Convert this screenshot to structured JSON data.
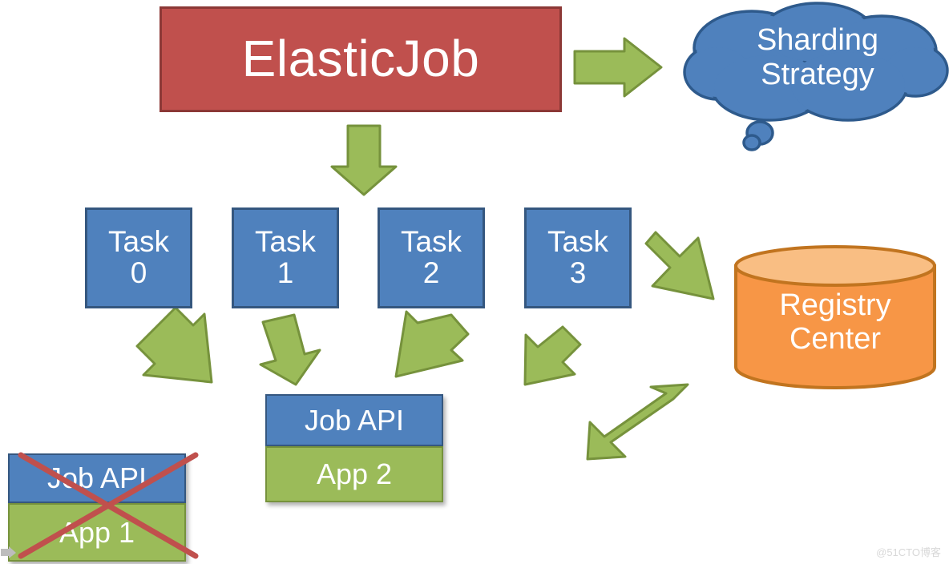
{
  "diagram": {
    "title": "ElasticJob sharding architecture",
    "colors": {
      "red_fill": "#C0504D",
      "red_border": "#8C3836",
      "blue_fill": "#4F81BD",
      "blue_border": "#35577F",
      "green_fill": "#9BBB59",
      "green_border": "#76923C",
      "orange_fill": "#F79646",
      "orange_top": "#F9BE83",
      "orange_border": "#C1741F",
      "cross_color": "#C0504D",
      "background": "#FFFFFF"
    }
  },
  "nodes": {
    "elasticjob": {
      "label": "ElasticJob"
    },
    "sharding_strategy": {
      "label": "Sharding\nStrategy"
    },
    "registry_center": {
      "label": "Registry\nCenter"
    },
    "tasks": [
      {
        "label": "Task\n0"
      },
      {
        "label": "Task\n1"
      },
      {
        "label": "Task\n2"
      },
      {
        "label": "Task\n3"
      }
    ],
    "app2": {
      "api_label": "Job API",
      "app_label": "App 2"
    },
    "app1": {
      "api_label": "Job API",
      "app_label": "App 1",
      "state": "crossed-out"
    }
  },
  "arrows": [
    {
      "name": "elasticjob-to-sharding-strategy",
      "direction": "right"
    },
    {
      "name": "elasticjob-to-tasks",
      "direction": "down"
    },
    {
      "name": "task0-to-app1",
      "direction": "down-right"
    },
    {
      "name": "task1-to-app2",
      "direction": "down"
    },
    {
      "name": "task2-to-app2",
      "direction": "down-left"
    },
    {
      "name": "task3-to-registry-center",
      "direction": "down-right"
    },
    {
      "name": "task3-to-app2",
      "direction": "down-left"
    },
    {
      "name": "registry-center-bidirectional",
      "direction": "double-diagonal"
    }
  ],
  "watermark": {
    "text": "@51CTO博客"
  }
}
